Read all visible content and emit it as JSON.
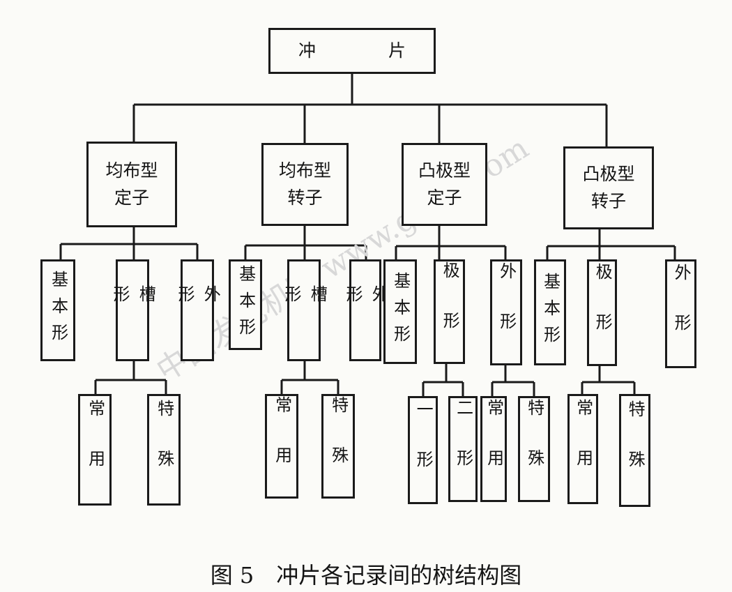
{
  "root": {
    "label_left": "冲",
    "label_right": "片"
  },
  "level1": [
    {
      "line1": "均布型",
      "line2": "定子"
    },
    {
      "line1": "均布型",
      "line2": "转子"
    },
    {
      "line1": "凸极型",
      "line2": "定子"
    },
    {
      "line1": "凸极型",
      "line2": "转子"
    }
  ],
  "level2": [
    [
      "基本形",
      "槽形",
      "外形"
    ],
    [
      "基本形",
      "槽形",
      "外形"
    ],
    [
      "基本形",
      "极形",
      "外形"
    ],
    [
      "基本形",
      "极形",
      "外形"
    ]
  ],
  "level3": {
    "g1": [
      "常用",
      "特殊"
    ],
    "g2": [
      "常用",
      "特殊"
    ],
    "g3a": [
      "一形",
      "二形"
    ],
    "g3b": [
      "常用",
      "特殊"
    ],
    "g4": [
      "常用",
      "特殊"
    ]
  },
  "watermark": "中国发电机网 www.gbjdj.com",
  "caption": "图 5　冲片各记录间的树结构图"
}
